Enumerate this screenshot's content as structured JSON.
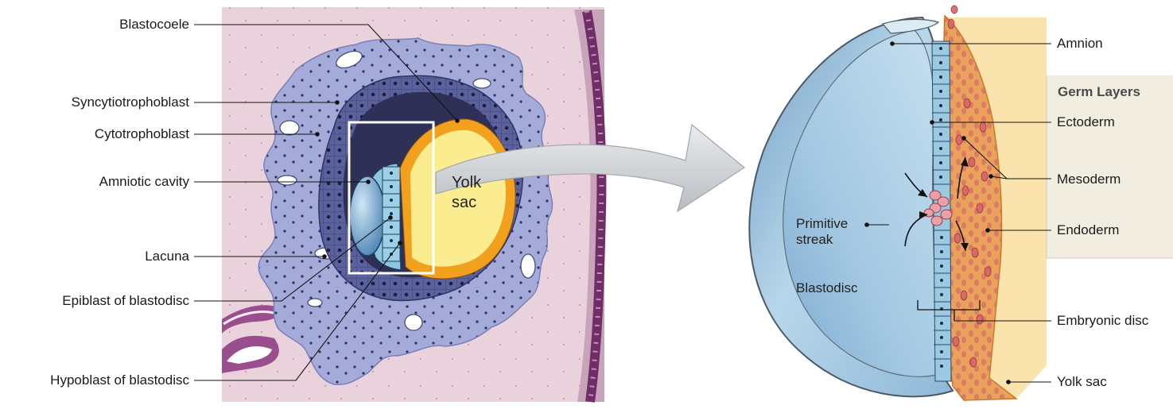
{
  "left_labels": {
    "blastocoele": "Blastocoele",
    "syncytiotrophoblast": "Syncytiotrophoblast",
    "cytotrophoblast": "Cytotrophoblast",
    "amniotic_cavity": "Amniotic cavity",
    "lacuna": "Lacuna",
    "epiblast": "Epiblast of blastodisc",
    "hypoblast": "Hypoblast of blastodisc"
  },
  "left_inner": {
    "yolk_line1": "Yolk",
    "yolk_line2": "sac"
  },
  "right_labels": {
    "amnion": "Amnion",
    "ectoderm": "Ectoderm",
    "mesoderm": "Mesoderm",
    "endoderm": "Endoderm",
    "embryonic_disc": "Embryonic disc",
    "yolk_sac": "Yolk sac"
  },
  "right_inner": {
    "primitive_line1": "Primitive",
    "primitive_line2": "streak",
    "blastodisc": "Blastodisc"
  },
  "germ_layers_title": "Germ Layers",
  "colors": {
    "uterine_tissue": "#ead2dc",
    "syncytiotrophoblast": "#a7acd9",
    "cytotrophoblast": "#59609a",
    "blastocoele": "#2f3056",
    "yolk_sac": "#fbed8f",
    "hypoblast": "#f2a11f",
    "epiblast": "#8ec6e0",
    "amniotic_cavity": "#5d97c6",
    "epithelium": "#9a4e8e",
    "amnion": "#a9cde6",
    "mesoderm": "#e69a4a",
    "arrow": "#c9cdd1"
  }
}
